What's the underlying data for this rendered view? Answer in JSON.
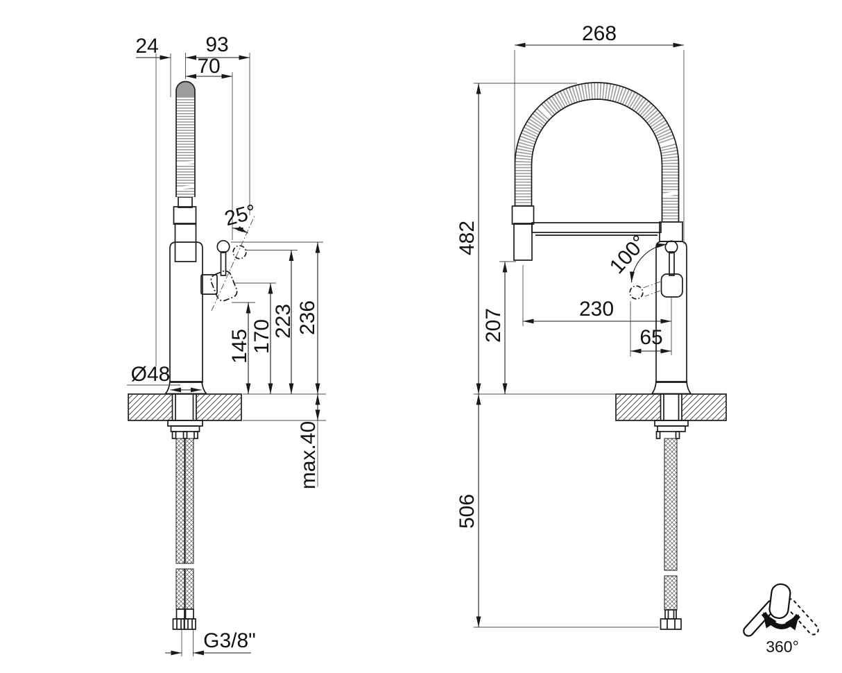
{
  "colors": {
    "line": "#1a1a1a",
    "spring_texture": "#9c9c9c",
    "background": "#ffffff"
  },
  "side_view": {
    "dims": {
      "handle_setback": "24",
      "spout_reach": "93",
      "spout_reach_inner": "70",
      "handle_tilt_angle": "25°",
      "height_spray_base": "145",
      "height_outlet": "170",
      "height_handle_alt": "223",
      "height_overall": "236",
      "body_diameter": "Ø48",
      "max_counter_thickness": "max.40",
      "supply_thread": "G3/8\""
    }
  },
  "front_view": {
    "dims": {
      "arch_width": "268",
      "overall_height": "482",
      "underspout_clearance": "207",
      "spout_to_axis": "230",
      "handle_to_axis": "65",
      "handle_swing_angle": "100°",
      "hose_drop": "506"
    }
  },
  "rotation_icon": {
    "label": "360°"
  }
}
